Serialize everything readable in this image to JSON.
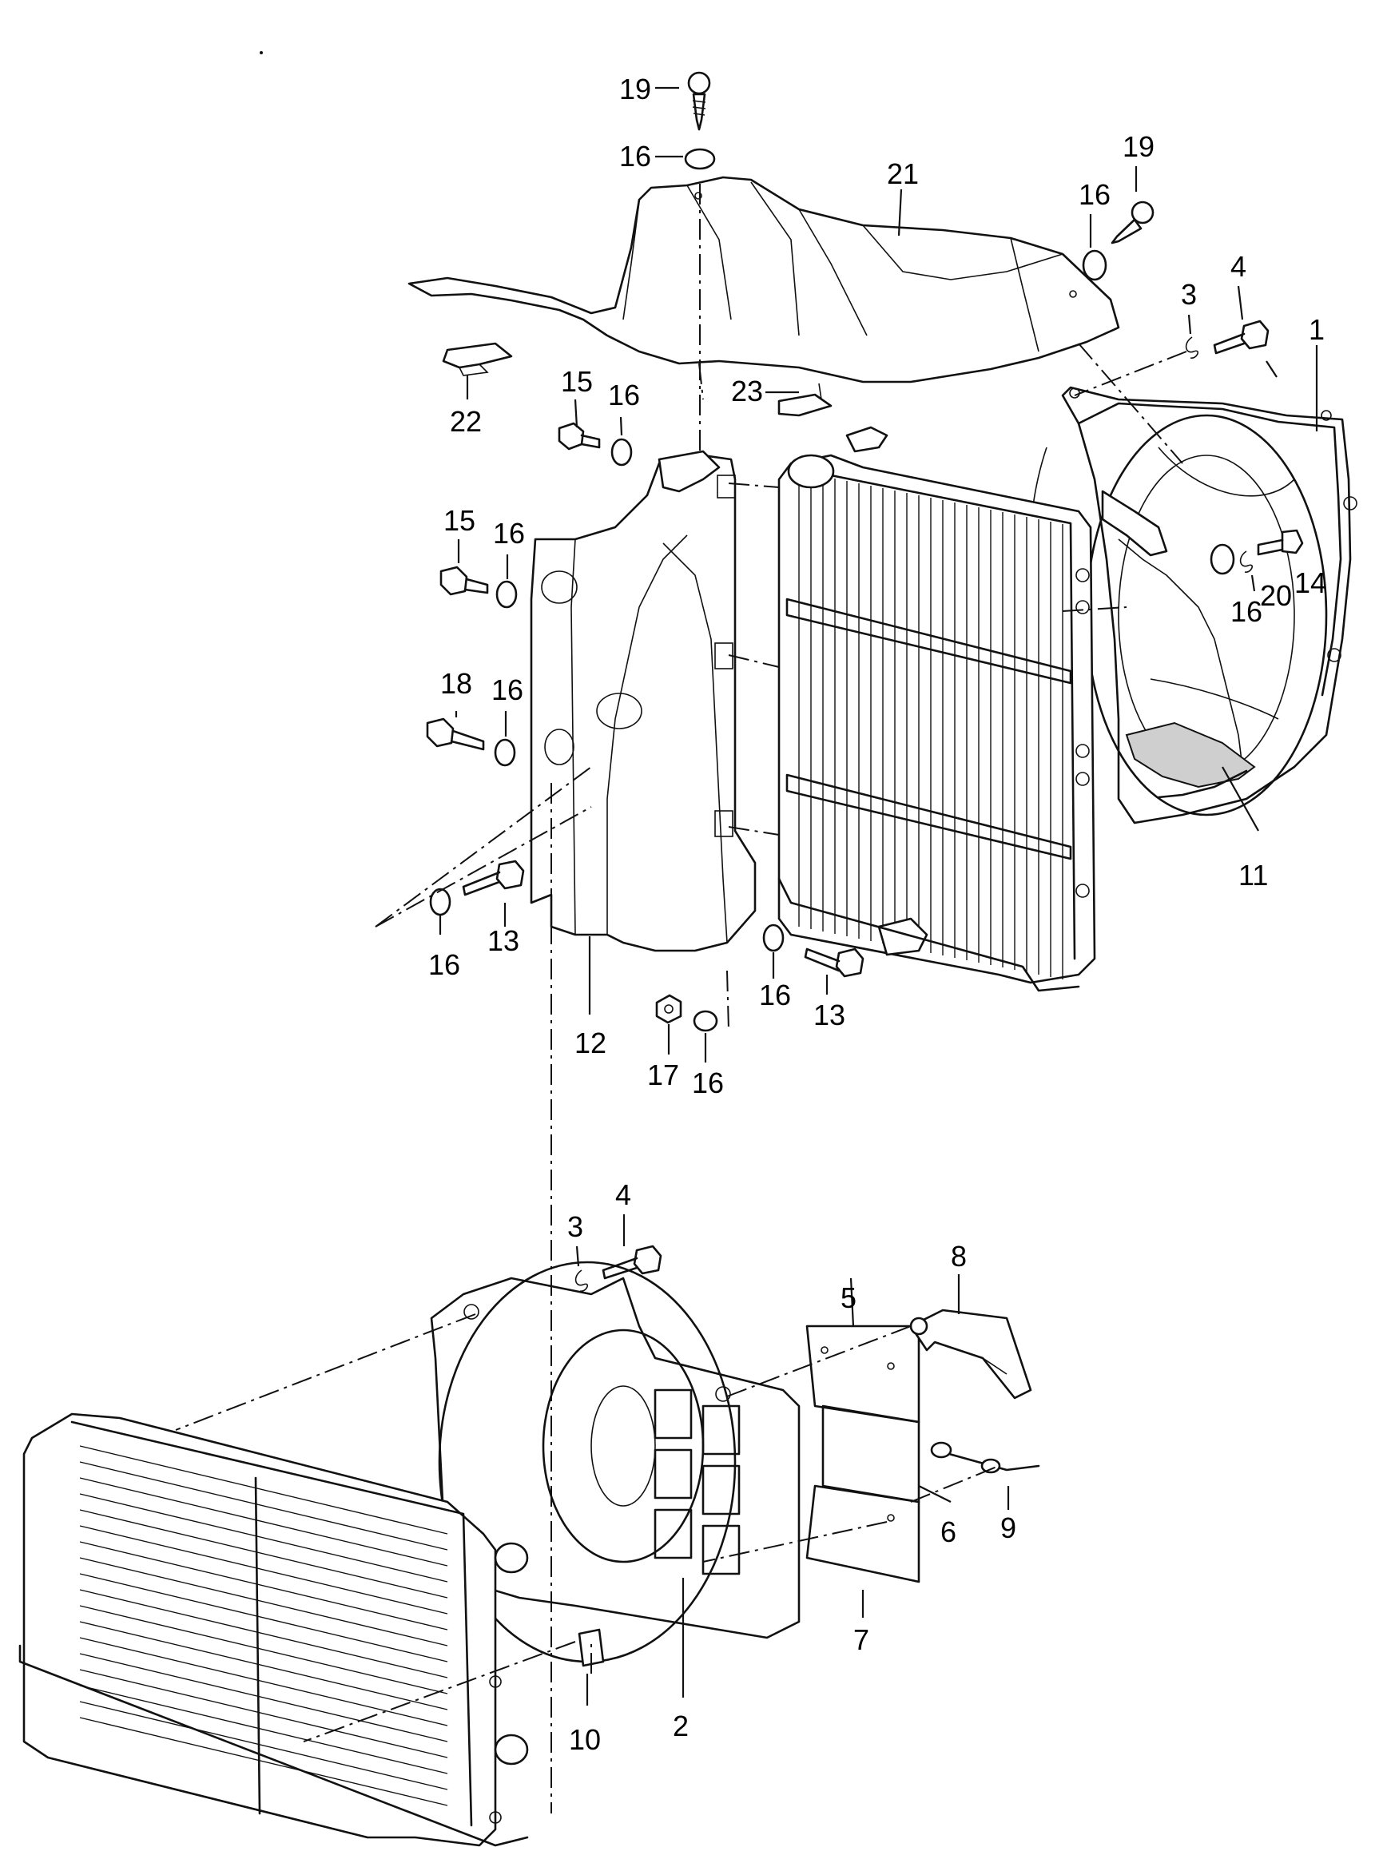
{
  "callouts": {
    "c1": "1",
    "c2": "2",
    "c3a": "3",
    "c3b": "3",
    "c4a": "4",
    "c4b": "4",
    "c5": "5",
    "c6": "6",
    "c7": "7",
    "c8": "8",
    "c9": "9",
    "c10": "10",
    "c11": "11",
    "c12": "12",
    "c13a": "13",
    "c13b": "13",
    "c14": "14",
    "c15a": "15",
    "c15b": "15",
    "c16a": "16",
    "c16b": "16",
    "c16c": "16",
    "c16d": "16",
    "c16e": "16",
    "c16f": "16",
    "c16g": "16",
    "c16h": "16",
    "c16i": "16",
    "c17": "17",
    "c18": "18",
    "c19a": "19",
    "c19b": "19",
    "c20": "20",
    "c21": "21",
    "c22": "22",
    "c23": "23"
  },
  "parts": {
    "p1": "fan-shroud-upper",
    "p2": "fan-shroud-lower",
    "p3": "spring-clip",
    "p4": "hex-bolt",
    "p5": "air-duct-plate-upper",
    "p6": "air-duct-plate-middle",
    "p7": "air-duct-plate-lower",
    "p8": "bracket",
    "p9": "retaining-pin",
    "p10": "clip",
    "p11": "seal-strip",
    "p12": "side-air-guide",
    "p13": "hex-bolt",
    "p14": "bolt",
    "p15": "hex-bolt",
    "p16": "washer",
    "p17": "hex-nut",
    "p18": "hex-bolt",
    "p19": "self-tapping-screw",
    "p20": "spring-clip",
    "p21": "upper-cover",
    "p22": "clip",
    "p23": "clip"
  }
}
